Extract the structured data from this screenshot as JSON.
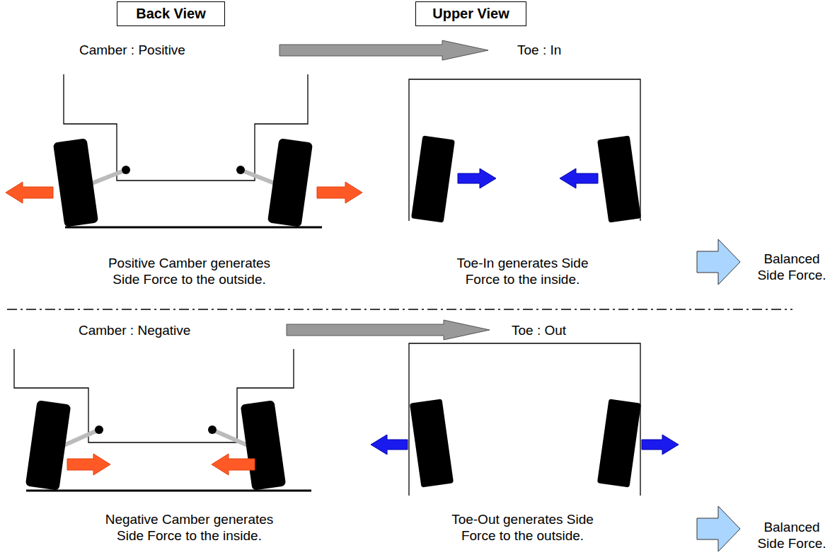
{
  "diagram": {
    "nodes": [
      {
        "text": [
          "Back View"
        ]
      },
      {
        "text": [
          "Upper View"
        ]
      }
    ],
    "labels": [
      "Camber : Positive",
      "Toe : In",
      "Positive Camber generates Side Force to the outside.",
      "Toe-In generates Side Force to the inside.",
      "Balanced Side Force.",
      "Camber : Negative",
      "Toe : Out",
      "Negative Camber generates Side Force to the inside.",
      "Toe-Out generates Side Force to the outside.",
      "Balanced Side Force."
    ]
  }
}
